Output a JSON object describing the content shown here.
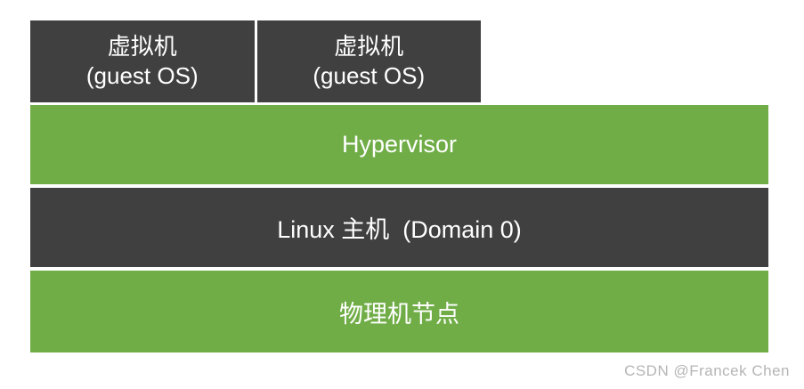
{
  "diagram": {
    "vm_row": {
      "boxes": [
        {
          "title": "虚拟机",
          "subtitle": "(guest OS)"
        },
        {
          "title": "虚拟机",
          "subtitle": "(guest OS)"
        }
      ]
    },
    "layers": [
      {
        "id": "hypervisor",
        "label": "Hypervisor",
        "color": "#70AD47"
      },
      {
        "id": "linux-host",
        "label": "Linux 主机  (Domain 0)",
        "color": "#404040"
      },
      {
        "id": "physical-node",
        "label": "物理机节点",
        "color": "#70AD47"
      }
    ],
    "colors": {
      "vm_box": "#404040",
      "green_layer": "#70AD47",
      "dark_layer": "#404040",
      "label_text": "#FFFFFF",
      "background": "#FFFFFF"
    }
  },
  "watermark": {
    "text": "CSDN @Francek Chen",
    "color": "#B5B5B5"
  }
}
